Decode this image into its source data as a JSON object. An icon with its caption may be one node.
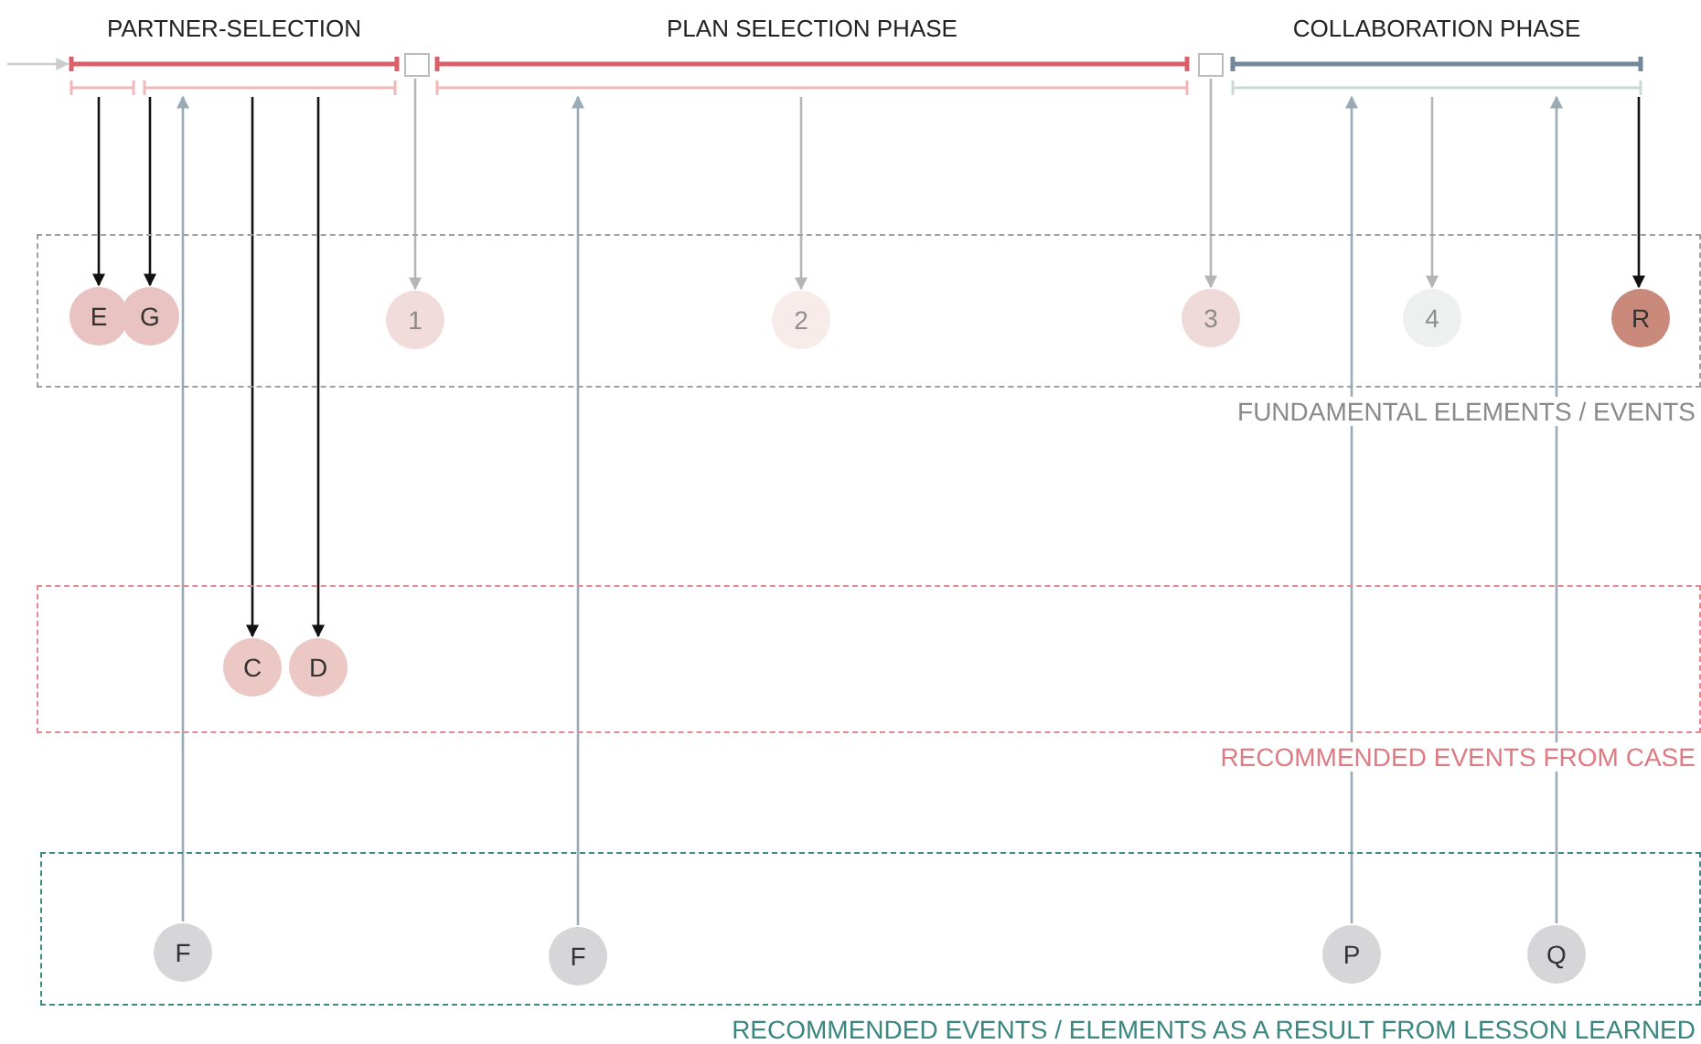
{
  "diagram": {
    "nodes": [
      {
        "text": [
          "PARTNER-SELECTION"
        ]
      },
      {
        "text": [],
        "shape": "box"
      },
      {
        "text": [
          "PLAN SELECTION PHASE"
        ]
      },
      {
        "text": [],
        "shape": "box"
      },
      {
        "text": [
          "COLLABORATION PHASE"
        ]
      },
      {
        "text": [],
        "shape": "bar"
      },
      {
        "text": [],
        "shape": "bar"
      },
      {
        "text": [],
        "shape": "bar"
      },
      {
        "text": [],
        "shape": "bar"
      },
      {
        "text": [
          "FUNDAMENTAL ELEMENTS / EVENTS"
        ]
      },
      {
        "text": [
          "E"
        ],
        "in": 9
      },
      {
        "text": [
          "G"
        ],
        "in": 9
      },
      {
        "text": [
          "1"
        ],
        "in": 9
      },
      {
        "text": [
          "2"
        ],
        "in": 9
      },
      {
        "text": [
          "3"
        ],
        "in": 9
      },
      {
        "text": [
          "4"
        ],
        "in": 9
      },
      {
        "text": [
          "R"
        ],
        "in": 9
      },
      {
        "text": [
          "RECOMMENDED EVENTS FROM CASE"
        ]
      },
      {
        "text": [
          "C"
        ],
        "in": 17
      },
      {
        "text": [
          "D"
        ],
        "in": 17
      },
      {
        "text": [
          "RECOMMENDED EVENTS / ELEMENTS AS A RESULT FROM LESSON LEARNED"
        ]
      },
      {
        "text": [
          "F"
        ],
        "in": 20
      },
      {
        "text": [
          "F"
        ],
        "in": 20
      },
      {
        "text": [
          "P"
        ],
        "in": 20
      },
      {
        "text": [
          "Q"
        ],
        "in": 20
      }
    ],
    "edges": [
      {
        "from": null,
        "to": 0,
        "arrow": "to",
        "color": "#cccccc"
      },
      {
        "from": 5,
        "to": 10,
        "arrow": "to",
        "color": "#111111"
      },
      {
        "from": 6,
        "to": 11,
        "arrow": "to",
        "color": "#111111"
      },
      {
        "from": 6,
        "to": 18,
        "arrow": "to",
        "color": "#111111"
      },
      {
        "from": 6,
        "to": 19,
        "arrow": "to",
        "color": "#111111"
      },
      {
        "from": 1,
        "to": 12,
        "arrow": "to",
        "color": "#b5b5b5"
      },
      {
        "from": 7,
        "to": 13,
        "arrow": "to",
        "color": "#b5b5b5"
      },
      {
        "from": 3,
        "to": 14,
        "arrow": "to",
        "color": "#b5b5b5"
      },
      {
        "from": 8,
        "to": 15,
        "arrow": "to",
        "color": "#b5b5b5"
      },
      {
        "from": 8,
        "to": 16,
        "arrow": "to",
        "color": "#111111"
      },
      {
        "from": 21,
        "to": 6,
        "arrow": "to",
        "color": "#9aabb6"
      },
      {
        "from": 22,
        "to": 7,
        "arrow": "to",
        "color": "#9aabb6"
      },
      {
        "from": 23,
        "to": 8,
        "arrow": "to",
        "color": "#9aabb6"
      },
      {
        "from": 24,
        "to": 8,
        "arrow": "to",
        "color": "#9aabb6"
      }
    ]
  }
}
